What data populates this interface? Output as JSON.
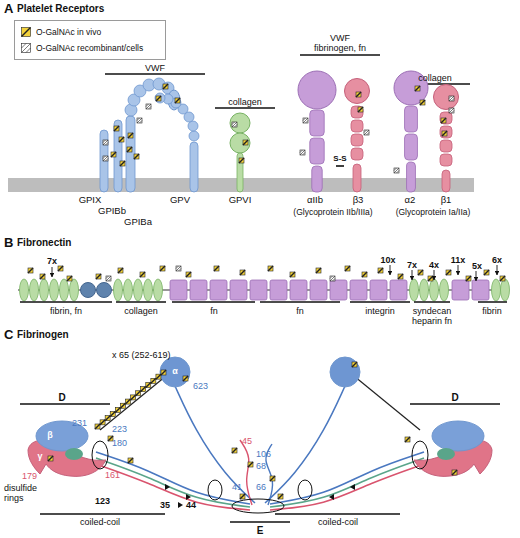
{
  "diagram": {
    "nodes": [
      {
        "text": [
          "GPIX"
        ]
      },
      {
        "text": [
          "GPIBb"
        ]
      },
      {
        "text": [
          "GPIBa"
        ]
      },
      {
        "text": [
          "GPV"
        ]
      },
      {
        "text": [
          "GPVI"
        ]
      },
      {
        "text": [
          "αIIb"
        ]
      },
      {
        "text": [
          "β3"
        ]
      },
      {
        "text": [
          "α2"
        ]
      },
      {
        "text": [
          "β1"
        ]
      }
    ],
    "edges": [
      {
        "from": 5,
        "to": 6,
        "arrow": "none",
        "label": "S-S"
      }
    ],
    "labels": [
      "A",
      "Platelet Receptors",
      "VWF",
      "collagen",
      "VWF",
      "fibrinogen, fn",
      "(Glycoprotein IIb/IIIa)",
      "collagen",
      "(Glycoprotein Ia/IIa)",
      "B",
      "Fibronectin",
      "7x",
      "10x",
      "7x",
      "4x",
      "11x",
      "5x",
      "6x",
      "fibrin, fn",
      "collagen",
      "fn",
      "fn",
      "integrin",
      "syndecan heparin fn",
      "fibrin",
      "C",
      "Fibrinogen",
      "D",
      "D",
      "x 65 (252-619)",
      "α",
      "623",
      "β",
      "231",
      "223",
      "180",
      "161",
      "γ",
      "179",
      "45",
      "106",
      "68",
      "41",
      "66",
      "123",
      "35",
      "44",
      "disulfide rings",
      "coiled-coil",
      "coiled-coil",
      "E"
    ],
    "legend": [
      {
        "text": "O-GalNAc in vivo"
      },
      {
        "text": "O-GalNAc recombinant/cells"
      }
    ]
  }
}
